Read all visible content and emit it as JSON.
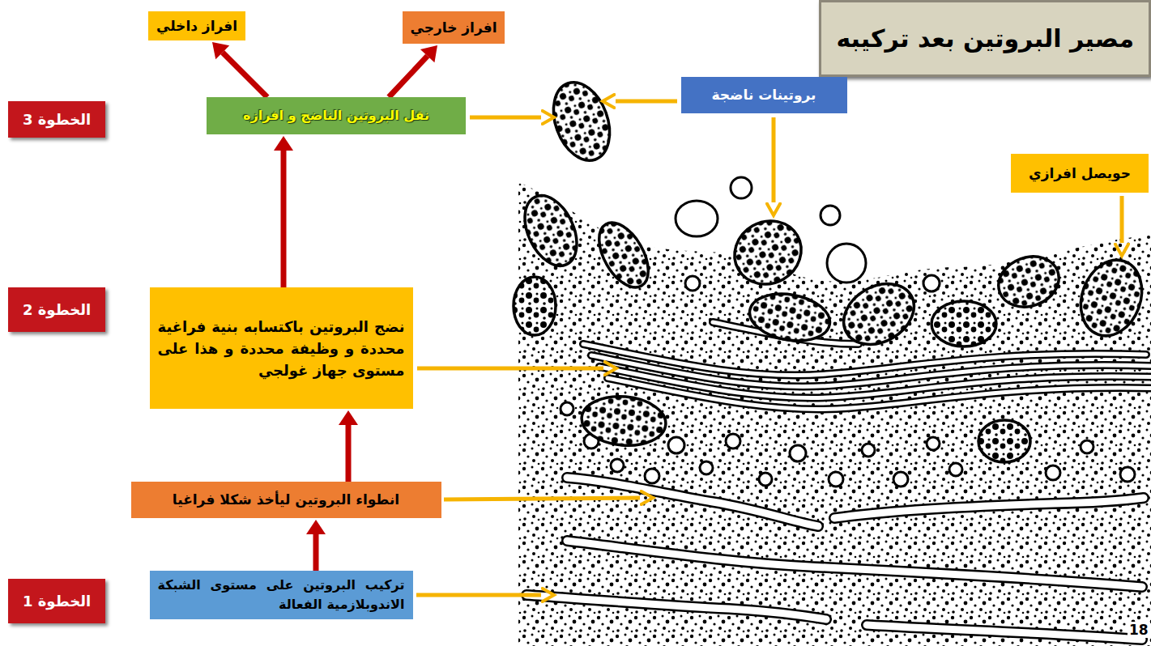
{
  "diagram": {
    "title": "مصير البروتين بعد تركيبه",
    "nodes": [
      {
        "text": [
          "افراز داخلي"
        ]
      },
      {
        "text": [
          "افراز خارجي"
        ]
      },
      {
        "text": [
          "الخطوة 3"
        ]
      },
      {
        "text": [
          "نقل البروتين الناضج و افرازه"
        ]
      },
      {
        "text": [
          "بروتينات ناضجة"
        ]
      },
      {
        "text": [
          "حويصل افرازي"
        ]
      },
      {
        "text": [
          "الخطوة 2"
        ]
      },
      {
        "text": [
          "نضج البروتين باكتسابه بنية فراغية محددة و وظيفة محددة و هذا على مستوى جهاز غولجي"
        ]
      },
      {
        "text": [
          "انطواء البروتين ليأخذ شكلا فراغيا"
        ]
      },
      {
        "text": [
          "الخطوة 1"
        ]
      },
      {
        "text": [
          "تركيب البروتين على مستوى الشبكة الاندوبلازمية الفعالة"
        ]
      }
    ],
    "edges": [
      {
        "from": 10,
        "to": 8,
        "arrow": "to"
      },
      {
        "from": 8,
        "to": 7,
        "arrow": "to"
      },
      {
        "from": 7,
        "to": 3,
        "arrow": "to"
      },
      {
        "from": 3,
        "to": 0,
        "arrow": "to"
      },
      {
        "from": 3,
        "to": 1,
        "arrow": "to"
      }
    ],
    "labels": [
      "18"
    ]
  }
}
